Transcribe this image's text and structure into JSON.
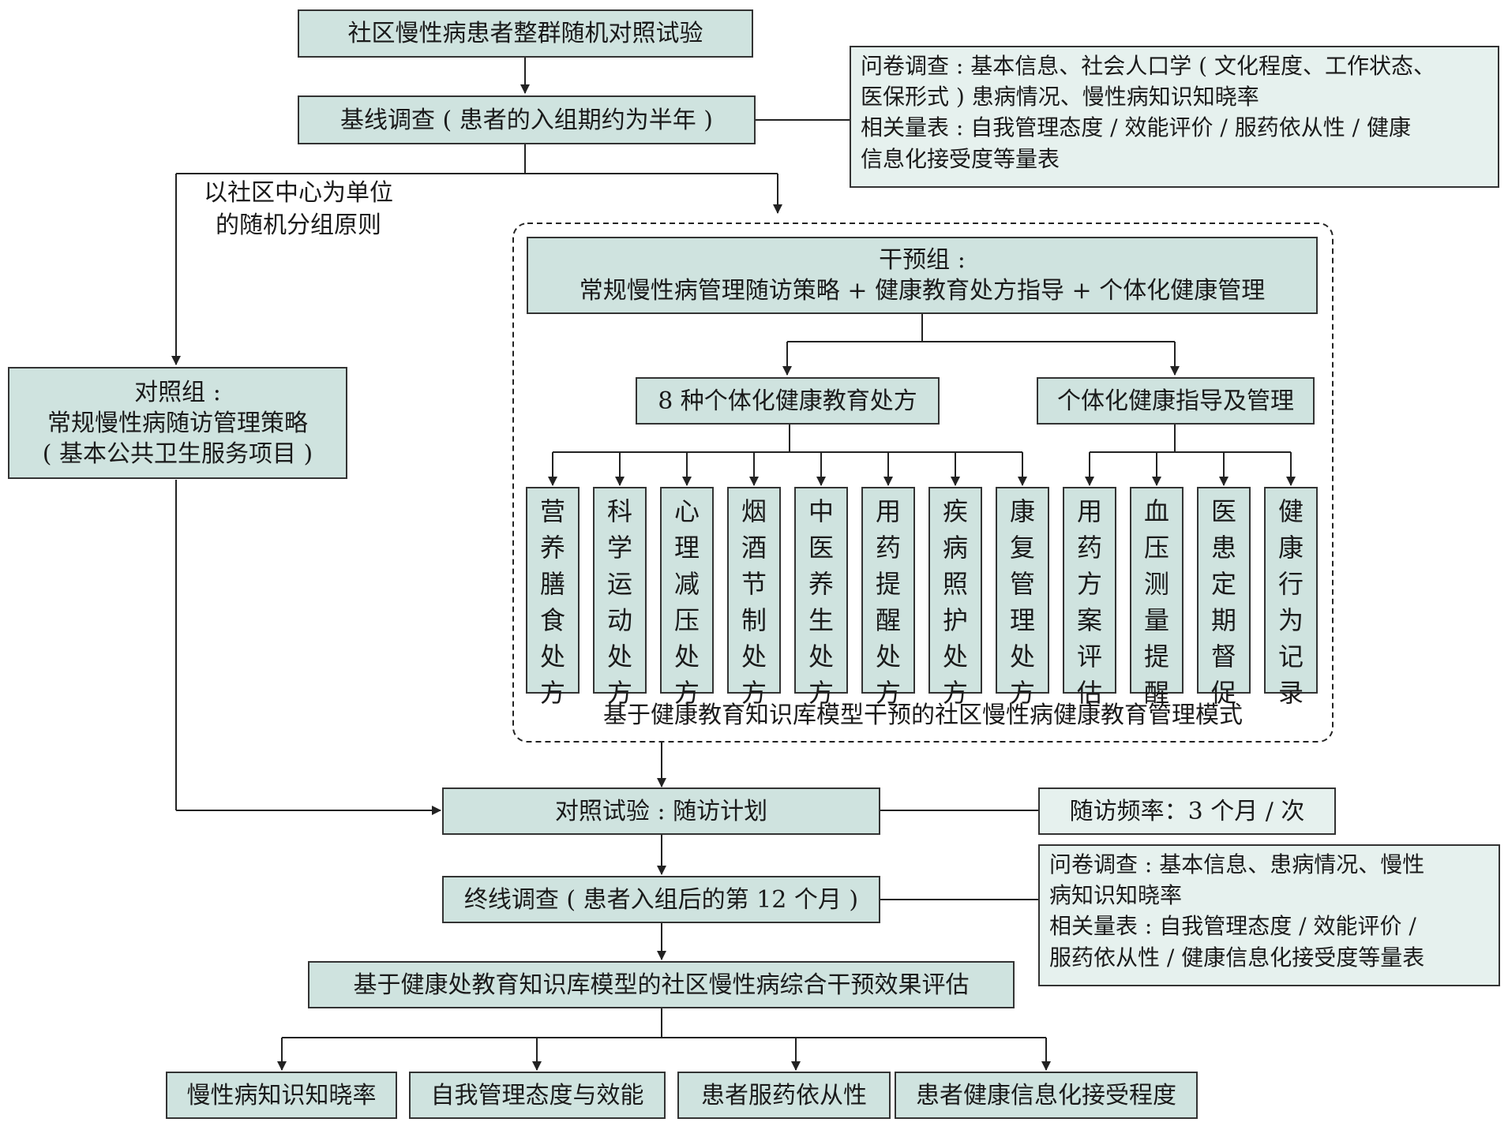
{
  "start": "社区慢性病患者整群随机对照试验",
  "baseline": "基线调查 ( 患者的入组期约为半年 )",
  "baseline_note": {
    "line1": "问卷调查 : 基本信息、社会人口学 ( 文化程度、工作状态、",
    "line2": "医保形式 ) 患病情况、慢性病知识知晓率",
    "line3": "相关量表 : 自我管理态度 / 效能评价 / 服药依从性 / 健康",
    "line4": "信息化接受度等量表"
  },
  "random_principle": {
    "line1": "以社区中心为单位",
    "line2": "的随机分组原则"
  },
  "control": {
    "line1": "对照组 :",
    "line2": "常规慢性病随访管理策略",
    "line3": "( 基本公共卫生服务项目 )"
  },
  "intervention": {
    "line1": "干预组 :",
    "line2": "常规慢性病管理随访策略 + 健康教育处方指导 + 个体化健康管理"
  },
  "prescriptions_title": "8 种个体化健康教育处方",
  "guidance_title": "个体化健康指导及管理",
  "prescriptions": [
    "营养膳食处方",
    "科学运动处方",
    "心理减压处方",
    "烟酒节制处方",
    "中医养生处方",
    "用药提醒处方",
    "疾病照护处方",
    "康复管理处方"
  ],
  "guidance": [
    "用药方案评估",
    "血压测量提醒",
    "医患定期督促",
    "健康行为记录"
  ],
  "model_caption": "基于健康教育知识库模型干预的社区慢性病健康教育管理模式",
  "trial": "对照试验 : 随访计划",
  "followup_freq": "随访频率：3 个月 / 次",
  "final": "终线调查 ( 患者入组后的第 12 个月 )",
  "final_note": {
    "line1": "问卷调查 : 基本信息、患病情况、慢性",
    "line2": "病知识知晓率",
    "line3": "相关量表 : 自我管理态度 / 效能评价 /",
    "line4": "服药依从性 / 健康信息化接受度等量表"
  },
  "evaluation": "基于健康处教育知识库模型的社区慢性病综合干预效果评估",
  "outcomes": [
    "慢性病知识知晓率",
    "自我管理态度与效能",
    "患者服药依从性",
    "患者健康信息化接受程度"
  ],
  "colors": {
    "box_fill": "#cfe3df",
    "note_fill": "#e6f1ee",
    "line": "#222222"
  }
}
